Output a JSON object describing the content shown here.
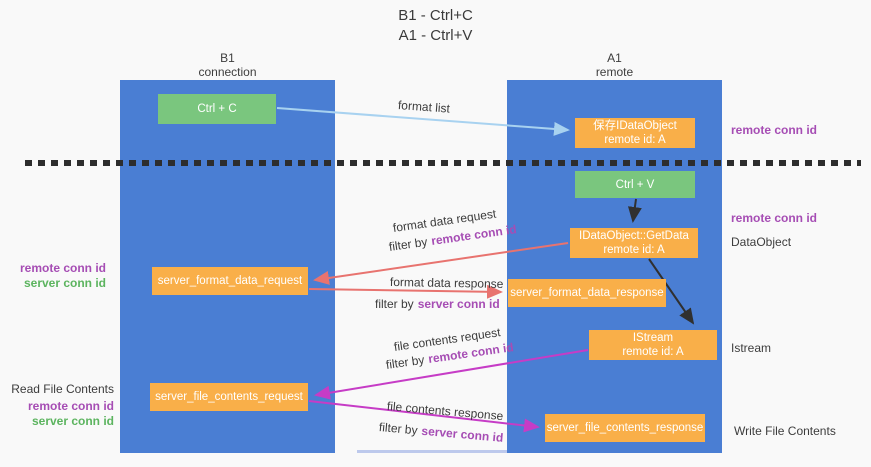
{
  "colors": {
    "column_blue": "#4a7ed3",
    "box_orange": "#f9af49",
    "box_green": "#7ac67e",
    "arrow_lightblue": "#a8d2f0",
    "arrow_salmon": "#e8736f",
    "arrow_magenta": "#c63cc6",
    "arrow_black": "#303030",
    "text_purple": "#a64db4",
    "text_green": "#5cb45f"
  },
  "title": {
    "line1": "B1 - Ctrl+C",
    "line2": "A1 - Ctrl+V"
  },
  "columns": {
    "left": {
      "title": "B1",
      "subtitle": "connection"
    },
    "right": {
      "title": "A1",
      "subtitle": "remote"
    }
  },
  "nodes": {
    "ctrl_c": {
      "label": "Ctrl + C"
    },
    "ctrl_v": {
      "label": "Ctrl + V"
    },
    "save_idataobject": {
      "line1": "保存IDataObject",
      "line2": "remote id: A"
    },
    "getdata": {
      "line1": "IDataObject::GetData",
      "line2": "remote id: A"
    },
    "istream": {
      "line1": "IStream",
      "line2": "remote id: A"
    },
    "format_request": {
      "label": "server_format_data_request"
    },
    "format_response": {
      "label": "server_format_data_response"
    },
    "file_request": {
      "label": "server_file_contents_request"
    },
    "file_response": {
      "label": "server_file_contents_response"
    }
  },
  "edge_labels": {
    "format_list": "format list",
    "format_data_request": {
      "title": "format data request",
      "filter_prefix": "filter by",
      "filter_value": "remote conn id"
    },
    "format_data_response": {
      "title": "format data response",
      "filter_prefix": "filter by",
      "filter_value": "server conn id"
    },
    "file_contents_request": {
      "title": "file contents request",
      "filter_prefix": "filter by",
      "filter_value": "remote conn id"
    },
    "file_contents_response": {
      "title": "file contents response",
      "filter_prefix": "filter by",
      "filter_value": "server conn id"
    }
  },
  "annotations": {
    "right_top_remote": "remote conn id",
    "right_mid_remote": "remote conn id",
    "dataobject": "DataObject",
    "istream": "Istream",
    "write_file_contents": "Write File Contents",
    "left_format": {
      "remote": "remote conn id",
      "server": "server conn id"
    },
    "left_file": {
      "read": "Read File Contents",
      "remote": "remote conn id",
      "server": "server conn id"
    }
  }
}
